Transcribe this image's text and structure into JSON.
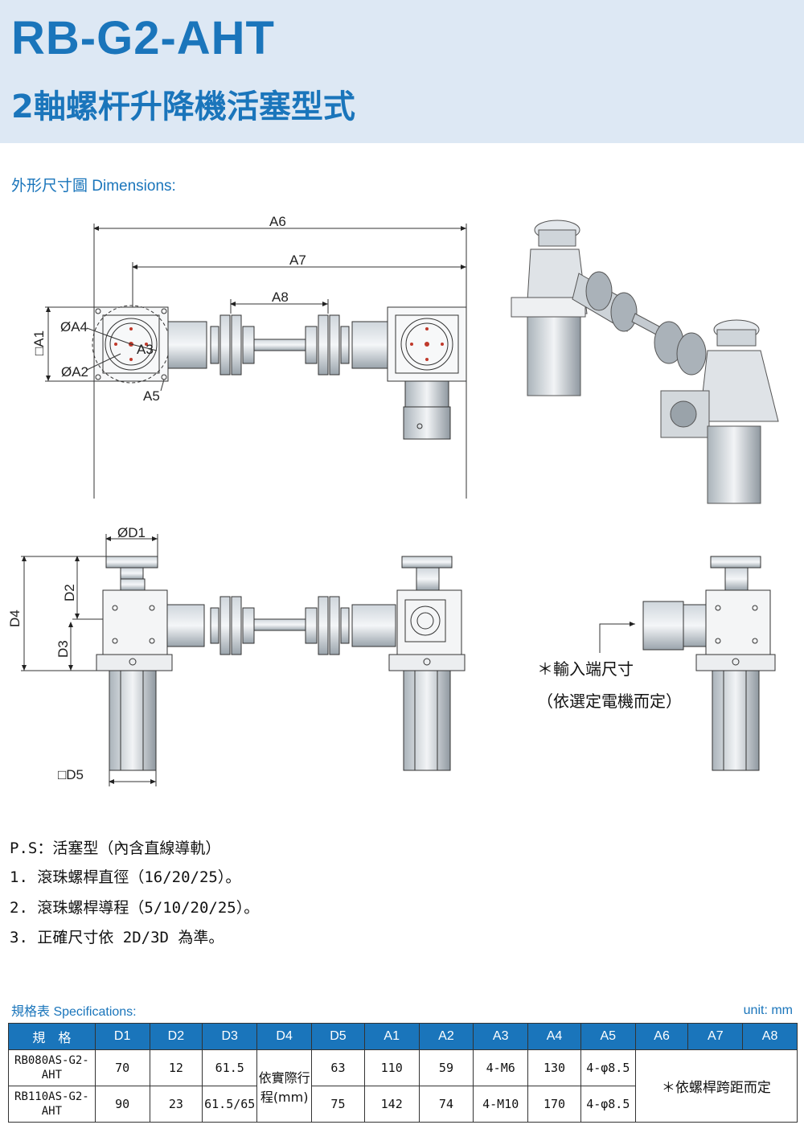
{
  "header": {
    "title": "RB-G2-AHT",
    "subtitle": "2軸螺杆升降機活塞型式"
  },
  "dimensions_title": "外形尺寸圖 Dimensions:",
  "drawing_labels": {
    "a6": "A6",
    "a7": "A7",
    "a8": "A8",
    "a4": "ØA4",
    "a1": "□A1",
    "a2": "ØA2",
    "a3": "A3",
    "a5": "A5",
    "d1": "ØD1",
    "d2": "D2",
    "d3": "D3",
    "d4": "D4",
    "d5": "□D5"
  },
  "input_note": {
    "line1": "＊輸入端尺寸",
    "line2": "（依選定電機而定）"
  },
  "notes": [
    "P.S：活塞型（內含直線導軌）",
    "1. 滾珠螺桿直徑（16/20/25）。",
    "2. 滾珠螺桿導程（5/10/20/25）。",
    "3. 正確尺寸依 2D/3D 為準。"
  ],
  "spec_title": "規格表 Specifications:",
  "unit": "unit: mm",
  "table": {
    "headers": [
      "規　格",
      "D1",
      "D2",
      "D3",
      "D4",
      "D5",
      "A1",
      "A2",
      "A3",
      "A4",
      "A5",
      "A6",
      "A7",
      "A8"
    ],
    "rows": [
      {
        "model": "RB080AS-G2-AHT",
        "D1": "70",
        "D2": "12",
        "D3": "61.5",
        "D5": "63",
        "A1": "110",
        "A2": "59",
        "A3": "4-M6",
        "A4": "130",
        "A5": "4-φ8.5"
      },
      {
        "model": "RB110AS-G2-AHT",
        "D1": "90",
        "D2": "23",
        "D3": "61.5/65",
        "D5": "75",
        "A1": "142",
        "A2": "74",
        "A3": "4-M10",
        "A4": "170",
        "A5": "4-φ8.5"
      }
    ],
    "d4_note": "依實際行程(mm)",
    "a678_note": "＊依螺桿跨距而定"
  }
}
